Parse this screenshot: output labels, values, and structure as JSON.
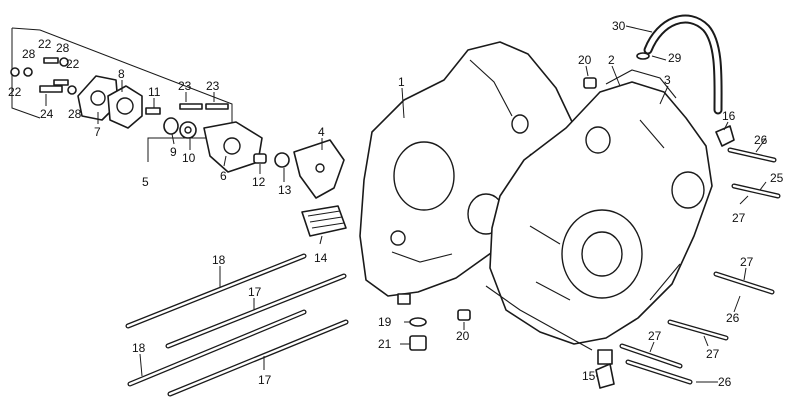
{
  "callouts": {
    "c1": "1",
    "c2": "2",
    "c3": "3",
    "c4": "4",
    "c5": "5",
    "c6": "6",
    "c7": "7",
    "c8": "8",
    "c9": "9",
    "c10": "10",
    "c11": "11",
    "c12": "12",
    "c13": "13",
    "c14": "14",
    "c15": "15",
    "c16": "16",
    "c17a": "17",
    "c17b": "17",
    "c18a": "18",
    "c18b": "18",
    "c19": "19",
    "c20a": "20",
    "c20b": "20",
    "c21": "21",
    "c22a": "22",
    "c22b": "22",
    "c22c": "22",
    "c23a": "23",
    "c23b": "23",
    "c24": "24",
    "c25": "25",
    "c26a": "26",
    "c26b": "26",
    "c26c": "26",
    "c27a": "27",
    "c27b": "27",
    "c27c": "27",
    "c27d": "27",
    "c28a": "28",
    "c28b": "28",
    "c28c": "28",
    "c29": "29",
    "c30": "30"
  }
}
